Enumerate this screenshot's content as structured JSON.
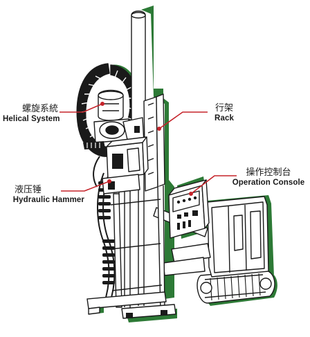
{
  "colors": {
    "shadow": "#2d7a36",
    "line": "#1a1a1a",
    "leader": "#c5232a",
    "body": "#ffffff"
  },
  "labels": {
    "helical": {
      "zh": "螺旋系統",
      "en": "Helical System"
    },
    "rack": {
      "zh": "行架",
      "en": "Rack"
    },
    "hammer": {
      "zh": "液压锤",
      "en": "Hydraulic Hammer"
    },
    "console": {
      "zh": "操作控制台",
      "en": "Operation Console"
    }
  }
}
